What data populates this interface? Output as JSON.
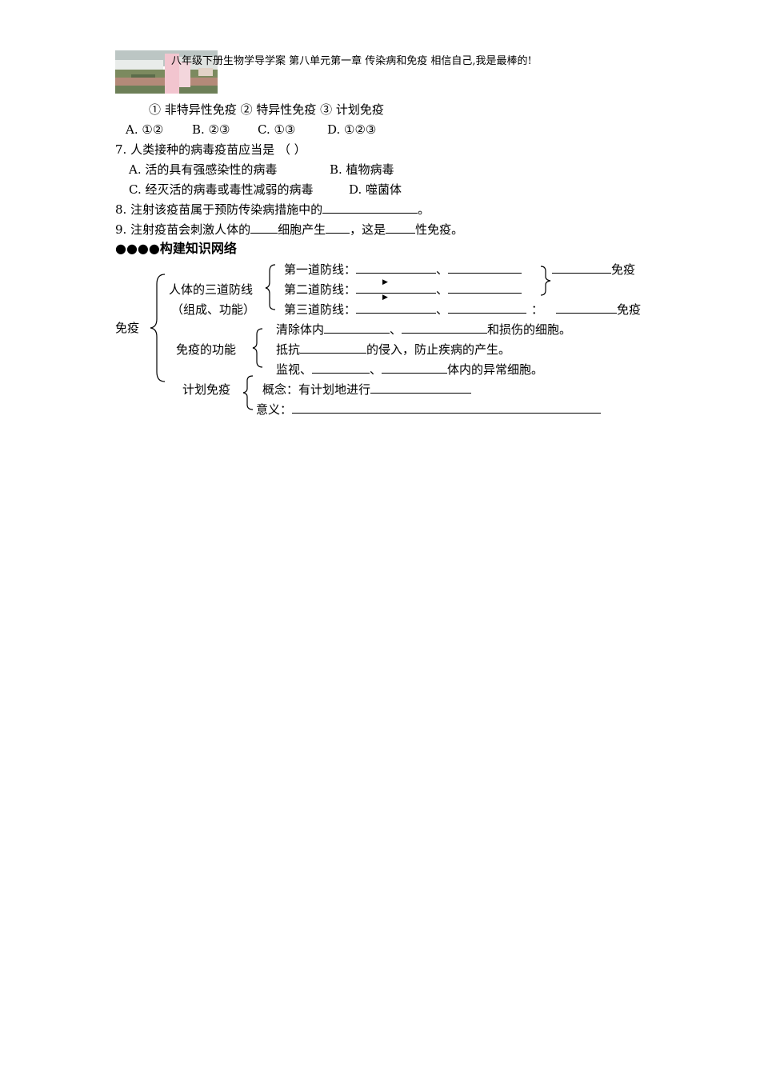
{
  "header": {
    "title": "八年级下册生物学导学案 第八单元第一章  传染病和免疫  相信自己,我是最棒的!"
  },
  "q6": {
    "items_line": "①  非特异性免疫      ②  特异性免疫      ③  计划免疫",
    "options": [
      "A. ①②",
      "B. ②③",
      "C. ①③",
      "D. ①②③"
    ]
  },
  "q7": {
    "stem": "7. 人类接种的病毒疫苗应当是   （            ）",
    "optA": "A. 活的具有强感染性的病毒",
    "optB": "B. 植物病毒",
    "optC": "C. 经灭活的病毒或毒性减弱的病毒",
    "optD": "D. 噬菌体"
  },
  "q8": {
    "pre": "8. 注射该疫苗属于预防传染病措施中的",
    "post": "。"
  },
  "q9": {
    "p1": "9.   注射疫苗会刺激人体的",
    "p2": "细胞产生",
    "p3": "，这是",
    "p4": "性免疫。"
  },
  "section": {
    "bullets": "●●●●",
    "title": "构建知识网络"
  },
  "network": {
    "root": "免疫",
    "defense_title": "人体的三道防线",
    "defense_sub": "（组成、功能）",
    "line1": "第一道防线：",
    "line2": "第二道防线：",
    "line3": "第三道防线：",
    "sep": "、",
    "colon": "：",
    "immune": "免疫",
    "function_title": "免疫的功能",
    "f1a": "清除体内",
    "f1b": "和损伤的细胞。",
    "f2a": "抵抗",
    "f2b": "的侵入，防止疾病的产生。",
    "f3a": "监视、",
    "f3b": "体内的异常细胞。",
    "plan_title": "计划免疫",
    "concept": "概念：有计划地进行",
    "meaning": "意义："
  }
}
